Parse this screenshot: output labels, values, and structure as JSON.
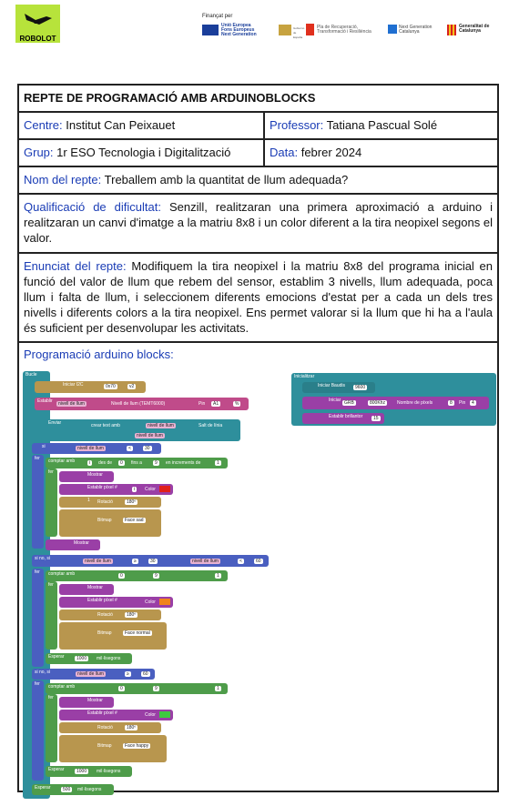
{
  "header": {
    "logo_text": "ROBOLOT",
    "financed_by": "Finançat per",
    "sponsors": [
      {
        "name": "Unió Europea Fons Europeus Next Generation"
      },
      {
        "name": "Gobierno de España"
      },
      {
        "name": "Pla de Recuperació, Transformació i Resiliència"
      },
      {
        "name": "Next Generation Catalunya"
      },
      {
        "name": "Generalitat de Catalunya"
      }
    ]
  },
  "doc": {
    "title": "REPTE DE PROGRAMACIÓ AMB ARDUINOBLOCKS",
    "centre_label": "Centre:",
    "centre_value": "Institut Can Peixauet",
    "professor_label": "Professor:",
    "professor_value": "Tatiana Pascual Solé",
    "grup_label": "Grup:",
    "grup_value": "1r ESO Tecnologia i Digitalització",
    "data_label": "Data:",
    "data_value": "febrer 2024",
    "nom_label": "Nom del repte:",
    "nom_value": "Treballem amb la quantitat de llum adequada?",
    "qual_label": "Qualificació de dificultat:",
    "qual_value": "Senzill, realitzaran una primera aproximació a arduino i realitzaran un canvi d'imatge a la matriu 8x8 i un color diferent a la tira neopixel segons el valor.",
    "enun_label": "Enunciat del repte:",
    "enun_value": "Modifiquem la tira neopixel i la matriu 8x8 del programa inicial en funció del valor de llum que rebem del sensor, establim 3 nivells, llum adequada, poca llum i falta de llum, i seleccionem diferents emocions d'estat per a cada un dels tres nivells i diferents colors a la tira neopixel. Ens permet valorar si la llum que hi ha a l'aula és suficient per desenvolupar les activitats.",
    "prog_label": "Programació arduino blocks:"
  },
  "blocks": {
    "bucle": "Bucle",
    "init": "Inicialitzar",
    "init_i2c": "Iniciar I2C",
    "i2c_addr": "0x70",
    "i2c_ver": "v2",
    "one": "1",
    "establir": "Establir",
    "var": "nivell de llum",
    "sensor": "Nivell de llum (TEMT6000)",
    "pin": "Pin",
    "pin_val": "A1",
    "pct": "%",
    "enviar": "Enviar",
    "crear_text": "crear text amb",
    "salt": "Salt de línia",
    "si": "si",
    "lt": "<",
    "ge": "≥",
    "v30": "30",
    "v60": "60",
    "fer": "fer",
    "comptar": "comptar amb",
    "i": "i",
    "des_de": "des de",
    "zero": "0",
    "fins_a": "fins a",
    "nine": "9",
    "incr": "en increments de",
    "mostrar": "Mostrar",
    "est_pixel": "Establir píxel #",
    "color": "Color",
    "rotacio": "Rotació",
    "r180": "180º",
    "bitmap": "Bitmap",
    "face_sad": "Face sad",
    "face_normal": "Face normal",
    "face_happy": "Face happy",
    "sino_si": "si no, si",
    "esperar": "Esperar",
    "v1000": "1000",
    "v500": "500",
    "mil": "mil·lisegons",
    "np_init": "Iniciar",
    "baud_lbl": "Iniciar Baudis",
    "baud": "9600",
    "grb": "GRB",
    "khz": "800Khz",
    "num_pix": "Nombre de píxels",
    "eight": "8",
    "pin4": "4",
    "bright": "Establir brillantor",
    "b15": "15"
  },
  "colors": {
    "red": "#e0201a",
    "orange": "#f0841c",
    "green": "#3ec840"
  }
}
